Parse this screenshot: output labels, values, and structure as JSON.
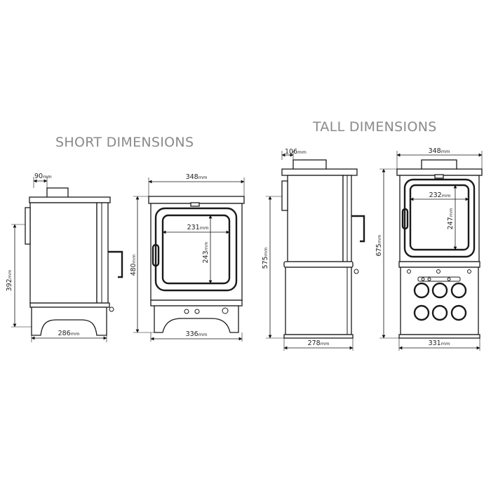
{
  "titles": {
    "short": "SHORT DIMENSIONS",
    "tall": "TALL DIMENSIONS"
  },
  "unit": "mm",
  "short": {
    "side_flue_offset": "90",
    "side_height": "392",
    "side_depth": "286",
    "front_top_width": "348",
    "front_height": "480",
    "front_window_width": "231",
    "front_window_height": "243",
    "front_base_width": "336"
  },
  "tall": {
    "side_flue_offset": "106",
    "side_height": "575",
    "side_depth": "278",
    "front_top_width": "348",
    "front_height": "675",
    "front_window_width": "232",
    "front_window_height": "247",
    "front_base_width": "331"
  }
}
